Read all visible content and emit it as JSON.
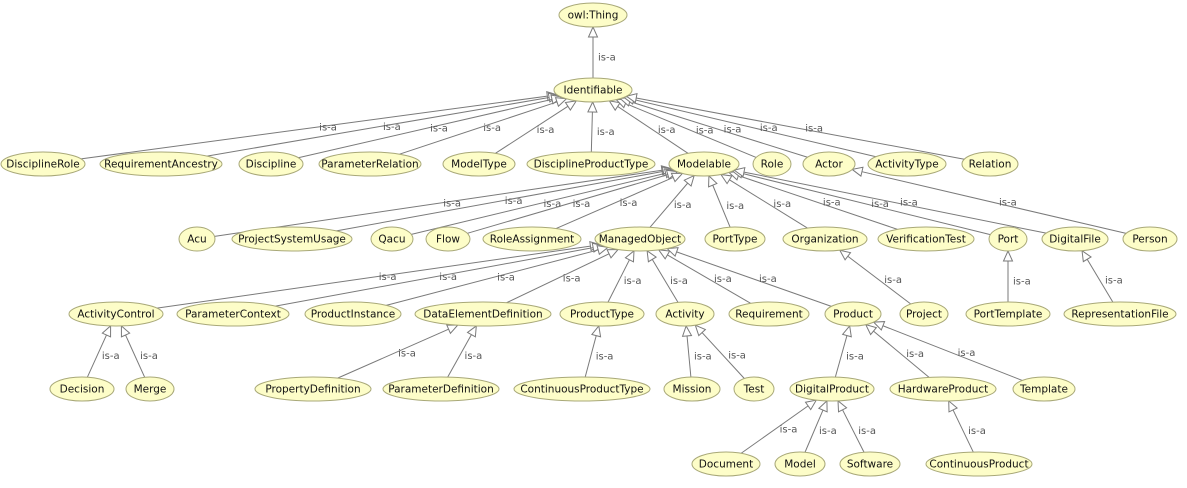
{
  "classes": {
    "owl_thing": "owl:Thing",
    "identifiable": "Identifiable",
    "discipline_role": "DisciplineRole",
    "requirement_ancestry": "RequirementAncestry",
    "discipline": "Discipline",
    "parameter_relation": "ParameterRelation",
    "model_type": "ModelType",
    "discipline_product_type": "DisciplineProductType",
    "modelable": "Modelable",
    "role": "Role",
    "actor": "Actor",
    "activity_type": "ActivityType",
    "relation": "Relation",
    "acu": "Acu",
    "project_system_usage": "ProjectSystemUsage",
    "qacu": "Qacu",
    "flow": "Flow",
    "role_assignment": "RoleAssignment",
    "managed_object": "ManagedObject",
    "port_type": "PortType",
    "organization": "Organization",
    "verification_test": "VerificationTest",
    "port": "Port",
    "digital_file": "DigitalFile",
    "person": "Person",
    "activity_control": "ActivityControl",
    "parameter_context": "ParameterContext",
    "product_instance": "ProductInstance",
    "data_element_definition": "DataElementDefinition",
    "product_type": "ProductType",
    "activity": "Activity",
    "requirement": "Requirement",
    "product": "Product",
    "project": "Project",
    "port_template": "PortTemplate",
    "representation_file": "RepresentationFile",
    "decision": "Decision",
    "merge": "Merge",
    "property_definition": "PropertyDefinition",
    "parameter_definition": "ParameterDefinition",
    "continuous_product_type": "ContinuousProductType",
    "mission": "Mission",
    "test": "Test",
    "digital_product": "DigitalProduct",
    "hardware_product": "HardwareProduct",
    "template": "Template",
    "document": "Document",
    "model": "Model",
    "software": "Software",
    "continuous_product": "ContinuousProduct"
  },
  "relation_label": "is-a",
  "subclass_of": [
    [
      "identifiable",
      "owl_thing"
    ],
    [
      "discipline_role",
      "identifiable"
    ],
    [
      "requirement_ancestry",
      "identifiable"
    ],
    [
      "discipline",
      "identifiable"
    ],
    [
      "parameter_relation",
      "identifiable"
    ],
    [
      "model_type",
      "identifiable"
    ],
    [
      "discipline_product_type",
      "identifiable"
    ],
    [
      "modelable",
      "identifiable"
    ],
    [
      "role",
      "identifiable"
    ],
    [
      "actor",
      "identifiable"
    ],
    [
      "activity_type",
      "identifiable"
    ],
    [
      "relation",
      "identifiable"
    ],
    [
      "acu",
      "modelable"
    ],
    [
      "project_system_usage",
      "modelable"
    ],
    [
      "qacu",
      "modelable"
    ],
    [
      "flow",
      "modelable"
    ],
    [
      "role_assignment",
      "modelable"
    ],
    [
      "managed_object",
      "modelable"
    ],
    [
      "port_type",
      "modelable"
    ],
    [
      "organization",
      "modelable"
    ],
    [
      "verification_test",
      "modelable"
    ],
    [
      "port",
      "modelable"
    ],
    [
      "digital_file",
      "modelable"
    ],
    [
      "person",
      "actor"
    ],
    [
      "activity_control",
      "managed_object"
    ],
    [
      "parameter_context",
      "managed_object"
    ],
    [
      "product_instance",
      "managed_object"
    ],
    [
      "data_element_definition",
      "managed_object"
    ],
    [
      "product_type",
      "managed_object"
    ],
    [
      "activity",
      "managed_object"
    ],
    [
      "requirement",
      "managed_object"
    ],
    [
      "product",
      "managed_object"
    ],
    [
      "project",
      "organization"
    ],
    [
      "port_template",
      "port"
    ],
    [
      "representation_file",
      "digital_file"
    ],
    [
      "decision",
      "activity_control"
    ],
    [
      "merge",
      "activity_control"
    ],
    [
      "property_definition",
      "data_element_definition"
    ],
    [
      "parameter_definition",
      "data_element_definition"
    ],
    [
      "continuous_product_type",
      "product_type"
    ],
    [
      "mission",
      "activity"
    ],
    [
      "test",
      "activity"
    ],
    [
      "digital_product",
      "product"
    ],
    [
      "hardware_product",
      "product"
    ],
    [
      "template",
      "product"
    ],
    [
      "document",
      "digital_product"
    ],
    [
      "model",
      "digital_product"
    ],
    [
      "software",
      "digital_product"
    ],
    [
      "continuous_product",
      "hardware_product"
    ]
  ],
  "colors": {
    "node_fill": "#fdfdc8",
    "node_stroke": "#a8a878",
    "edge": "#7a7a7a",
    "edge_label": "#555555"
  }
}
